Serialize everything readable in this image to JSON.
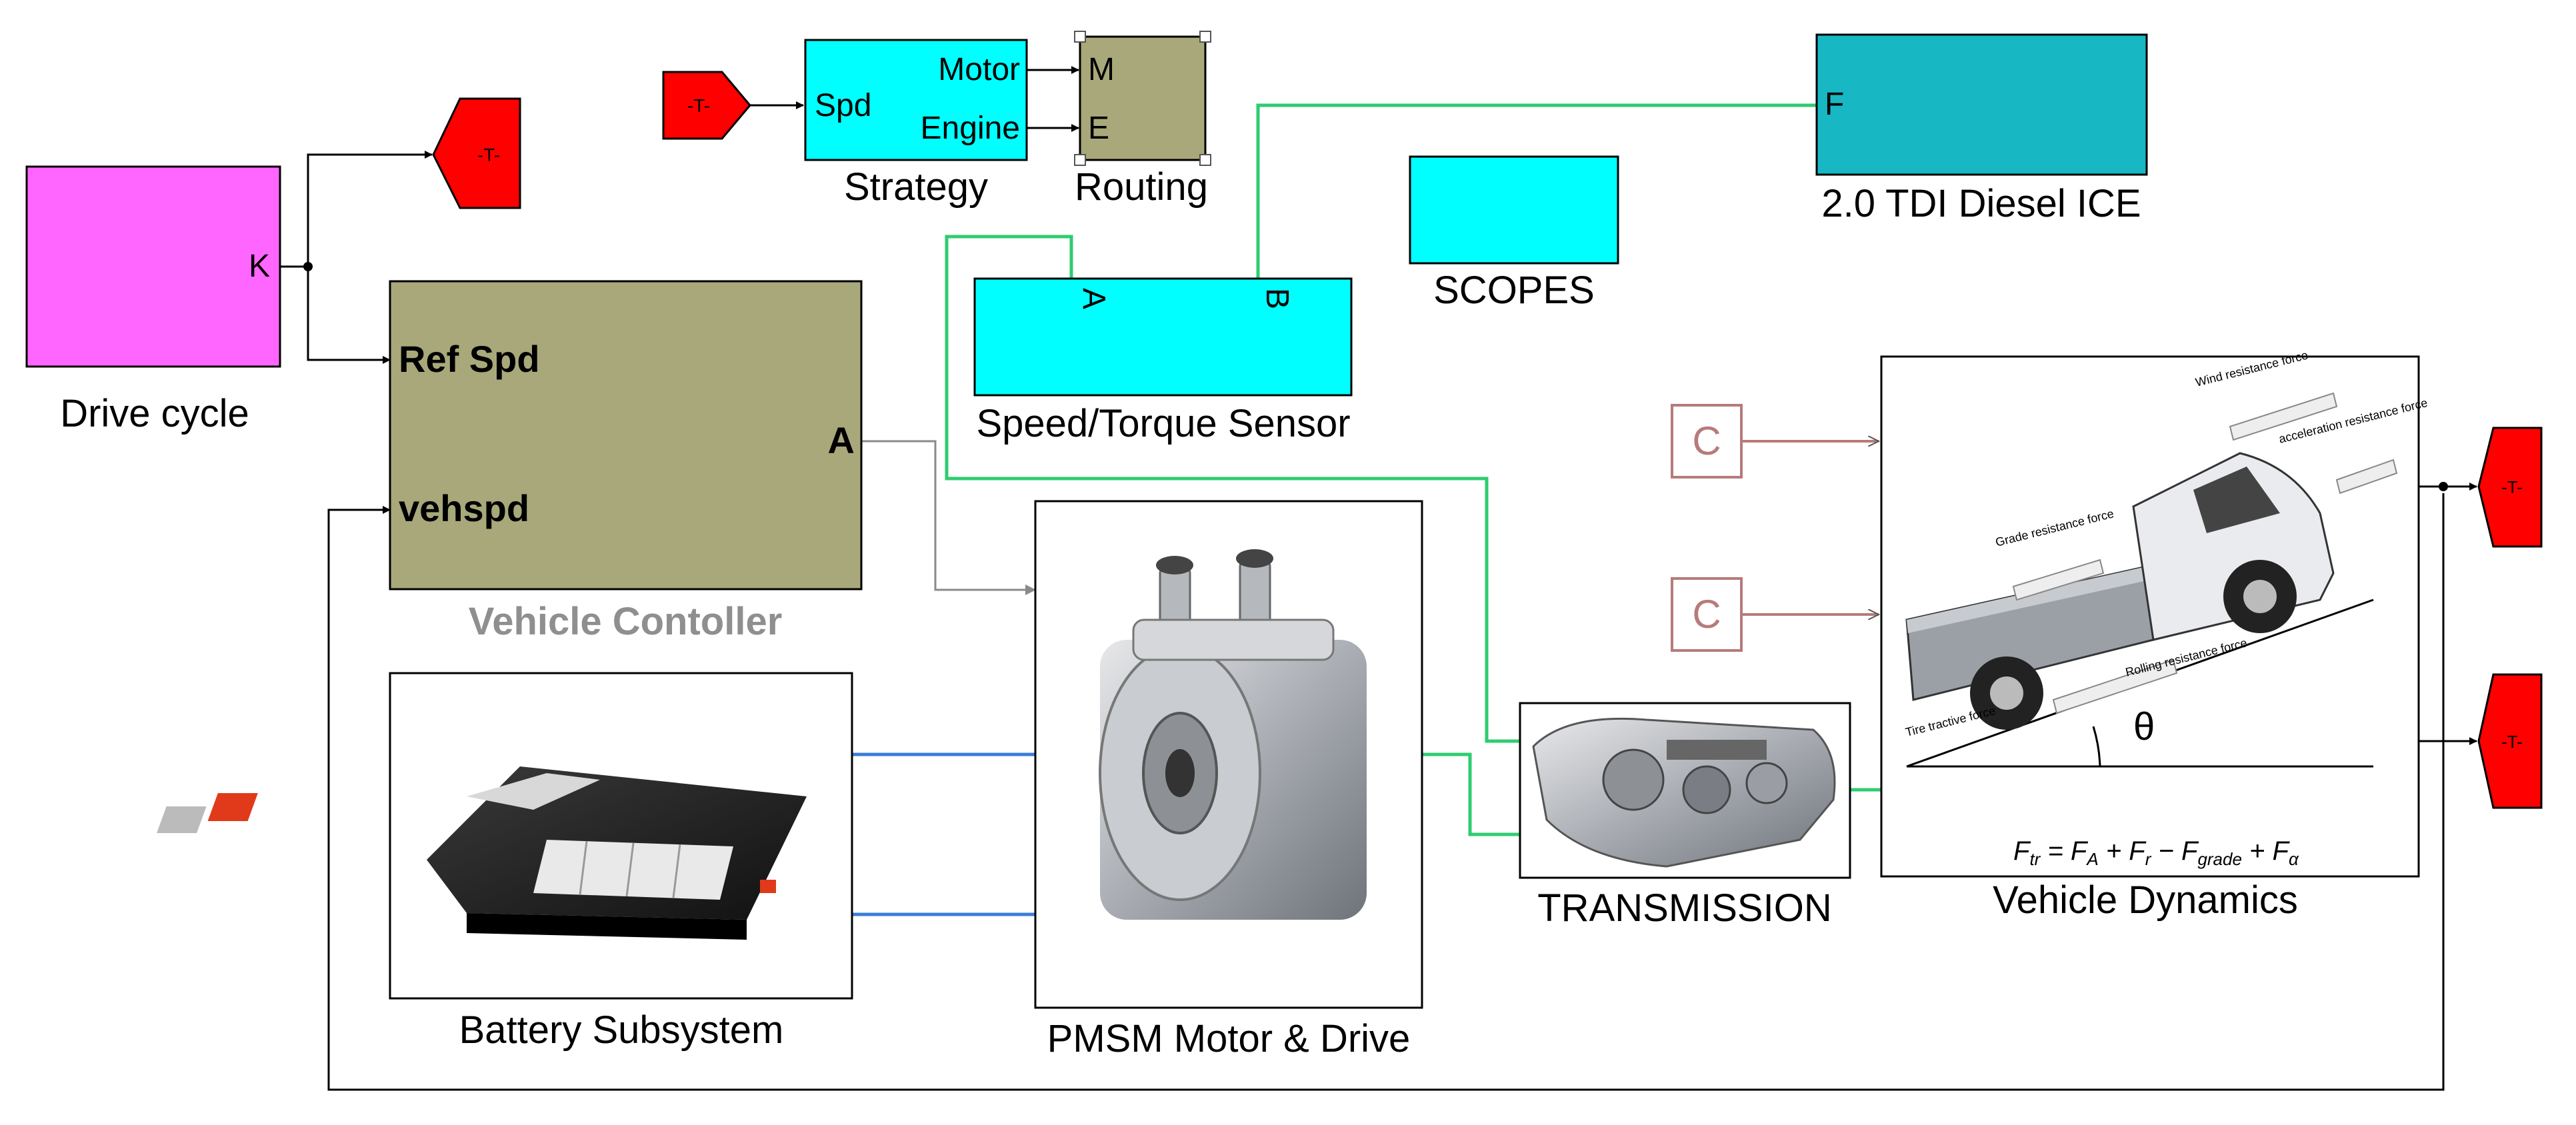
{
  "colors": {
    "drive_cycle": "#ff66ff",
    "controller": "#a8a87a",
    "cyan": "#00ffff",
    "teal": "#17b8c4",
    "goto_tag": "#ff0000",
    "green_wire": "#2ecc71",
    "blue_wire": "#3b7dd8",
    "const_block": "#b87a7a"
  },
  "tags": {
    "goto_label": "-T-"
  },
  "drive_cycle": {
    "label": "Drive cycle",
    "port_out": "K"
  },
  "strategy": {
    "label": "Strategy",
    "port_in": "Spd",
    "port_motor": "Motor",
    "port_engine": "Engine"
  },
  "routing": {
    "label": "Routing",
    "port_m": "M",
    "port_e": "E"
  },
  "ice": {
    "label": "2.0 TDI Diesel ICE",
    "port_f": "F"
  },
  "scopes": {
    "label": "SCOPES"
  },
  "sensor": {
    "label": "Speed/Torque Sensor",
    "port_a": "A",
    "port_b": "B"
  },
  "controller": {
    "label": "Vehicle Contoller",
    "port_ref": "Ref Spd",
    "port_veh": "vehspd",
    "port_a": "A"
  },
  "battery": {
    "label": "Battery Subsystem"
  },
  "motor": {
    "label": "PMSM Motor & Drive"
  },
  "transmission": {
    "label": "TRANSMISSION"
  },
  "dynamics": {
    "label": "Vehicle Dynamics",
    "const_label": "C",
    "force_labels": [
      "Grade resistance force",
      "Wind resistance force",
      "acceleration resistance force",
      "Rolling resistance force",
      "Tire tractive force"
    ],
    "theta": "θ"
  }
}
